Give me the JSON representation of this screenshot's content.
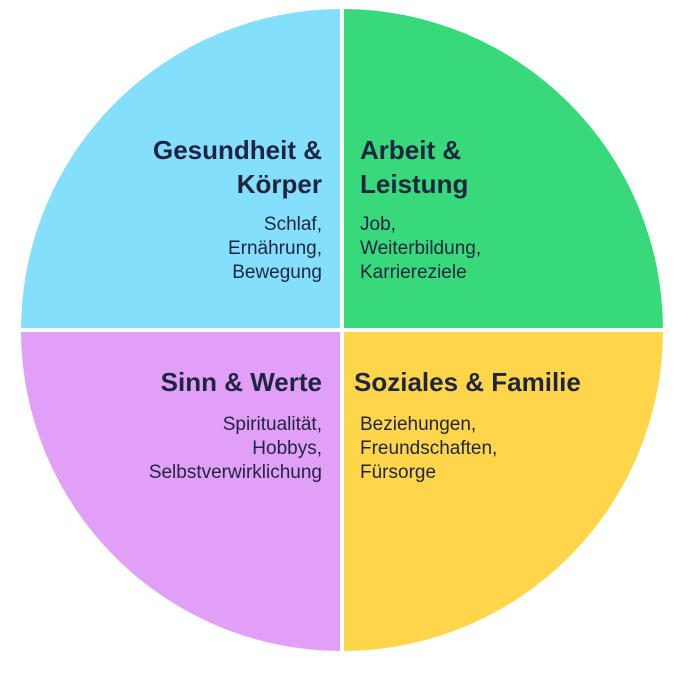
{
  "colors": {
    "health": "#84dffd",
    "work": "#37d97a",
    "meaning": "#e19ff8",
    "social": "#ffd549",
    "divider": "#ffffff",
    "text": "#1f2540"
  },
  "quadrants": {
    "health": {
      "title": "Gesundheit &\nKörper",
      "text": "Schlaf,\nErnährung,\nBewegung"
    },
    "work": {
      "title": "Arbeit &\nLeistung",
      "text": "Job,\nWeiterbildung,\nKarriereziele"
    },
    "meaning": {
      "title": "Sinn & Werte",
      "text": "Spiritualität,\nHobbys,\nSelbstverwirklichung"
    },
    "social": {
      "title": "Soziales & Familie",
      "text": "Beziehungen,\nFreundschaften,\nFürsorge"
    }
  }
}
